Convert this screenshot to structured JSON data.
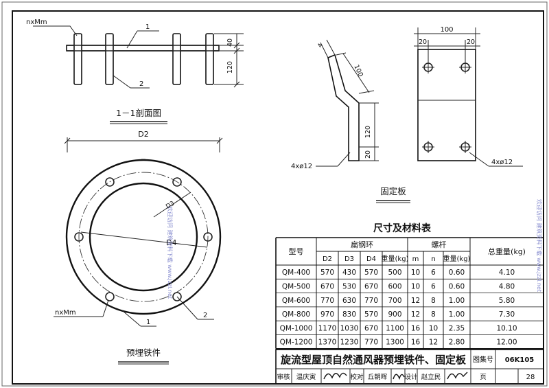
{
  "section_view": {
    "title": "1－1剖面图",
    "label_nm": "nxMm",
    "callout_1": "1",
    "callout_2": "2",
    "dim_40": "40",
    "dim_120": "120"
  },
  "embedded_iron": {
    "title": "预埋铁件",
    "dim_d2": "D2",
    "dim_d4": "D4",
    "dim_d3": "D3",
    "label_nm": "nxMm",
    "callout_1": "1",
    "callout_2": "2"
  },
  "fixing_plate": {
    "title": "固定板",
    "dim_100_top": "100",
    "dim_20_left": "20",
    "dim_20_right": "20",
    "dim_4": "4",
    "dim_100_side": "100",
    "dim_120_side": "120",
    "dim_20_side": "20",
    "hole_label_left": "4xø12",
    "hole_label_right": "4xø12"
  },
  "table": {
    "title": "尺寸及材料表",
    "h_model": "型号",
    "h_flat": "扁钢环",
    "h_bolt": "螺杆",
    "h_total": "总重量(kg)",
    "sub": [
      "D2",
      "D3",
      "D4",
      "重量(kg)",
      "m",
      "n",
      "重量(kg)"
    ],
    "rows": [
      [
        "QM-400",
        "570",
        "430",
        "570",
        "500",
        "10",
        "6",
        "0.60",
        "4.10"
      ],
      [
        "QM-500",
        "670",
        "530",
        "670",
        "600",
        "10",
        "6",
        "0.60",
        "4.80"
      ],
      [
        "QM-600",
        "770",
        "630",
        "770",
        "700",
        "12",
        "8",
        "1.00",
        "5.80"
      ],
      [
        "QM-800",
        "970",
        "830",
        "570",
        "900",
        "12",
        "8",
        "1.00",
        "7.30"
      ],
      [
        "QM-1000",
        "1170",
        "1030",
        "670",
        "1100",
        "16",
        "10",
        "2.35",
        "10.10"
      ],
      [
        "QM-1200",
        "1370",
        "1230",
        "770",
        "1300",
        "16",
        "12",
        "2.80",
        "12.00"
      ]
    ]
  },
  "title_block": {
    "title": "旋流型屋顶自然通风器预埋铁件、固定板",
    "atlas_label": "图集号",
    "atlas_no": "06K105",
    "review_label": "审核",
    "review_name": "温庆寅",
    "check_label": "校对",
    "check_name": "丘朝晖",
    "design_label": "设计",
    "design_name": "赵立民",
    "page_label": "页",
    "page_no": "28"
  },
  "watermark": "欢迎访问 建筑资料下载 www.jzzl.net"
}
